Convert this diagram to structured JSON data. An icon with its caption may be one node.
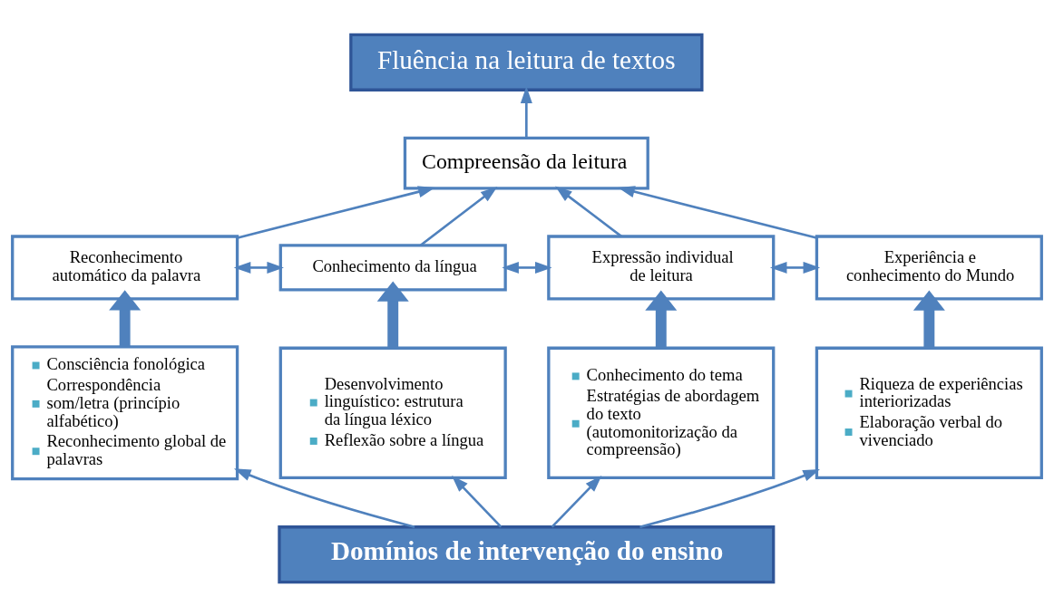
{
  "diagram": {
    "nodes": [
      {
        "text": [
          "Fluência na leitura de textos"
        ]
      },
      {
        "text": [
          "Compreensão da leitura"
        ]
      },
      {
        "text": [
          "Reconhecimento automático da palavra"
        ]
      },
      {
        "text": [
          "Conhecimento da língua"
        ]
      },
      {
        "text": [
          "Expressão individual de leitura"
        ]
      },
      {
        "text": [
          "Experiência e conhecimento do Mundo"
        ]
      },
      {
        "text": [
          "Consciência fonológica",
          "Correspondência som/letra (princípio alfabético)",
          "Reconhecimento global de palavras"
        ]
      },
      {
        "text": [
          "Desenvolvimento linguístico: estrutura da língua léxico",
          "Reflexão sobre a língua"
        ]
      },
      {
        "text": [
          "Conhecimento do tema",
          "Estratégias de abordagem do texto (automonitorização da compreensão)"
        ]
      },
      {
        "text": [
          "Riqueza de experiências interiorizadas",
          "Elaboração verbal do vivenciado"
        ]
      },
      {
        "text": [
          "Domínios de intervenção do ensino"
        ]
      }
    ],
    "edges": [
      {
        "from": 10,
        "to": 6,
        "arrow": "to"
      },
      {
        "from": 10,
        "to": 7,
        "arrow": "to"
      },
      {
        "from": 10,
        "to": 8,
        "arrow": "to"
      },
      {
        "from": 10,
        "to": 9,
        "arrow": "to"
      },
      {
        "from": 6,
        "to": 2,
        "arrow": "to",
        "style": "thick"
      },
      {
        "from": 7,
        "to": 3,
        "arrow": "to",
        "style": "thick"
      },
      {
        "from": 8,
        "to": 4,
        "arrow": "to",
        "style": "thick"
      },
      {
        "from": 9,
        "to": 5,
        "arrow": "to",
        "style": "thick"
      },
      {
        "from": 2,
        "to": 3,
        "arrow": "both"
      },
      {
        "from": 3,
        "to": 4,
        "arrow": "both"
      },
      {
        "from": 4,
        "to": 5,
        "arrow": "both"
      },
      {
        "from": 2,
        "to": 1,
        "arrow": "to"
      },
      {
        "from": 3,
        "to": 1,
        "arrow": "to"
      },
      {
        "from": 4,
        "to": 1,
        "arrow": "to"
      },
      {
        "from": 5,
        "to": 1,
        "arrow": "to"
      },
      {
        "from": 1,
        "to": 0,
        "arrow": "to"
      }
    ]
  }
}
